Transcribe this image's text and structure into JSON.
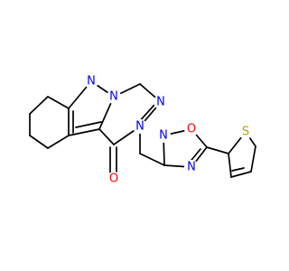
{
  "molecule": {
    "atom_labels": {
      "n_pyrazole": "N",
      "n_bridgehead": "N",
      "n_triazine_1": "N",
      "n_triazine_2": "N",
      "o_carbonyl": "O",
      "n_oxadiazole_3": "N",
      "o_oxadiazole": "O",
      "n_oxadiazole_4": "N",
      "s_thiophene": "S"
    },
    "colors": {
      "bond": "#000000",
      "nitrogen": "#0000ff",
      "oxygen": "#ff0000",
      "sulfur": "#b8a000"
    }
  }
}
